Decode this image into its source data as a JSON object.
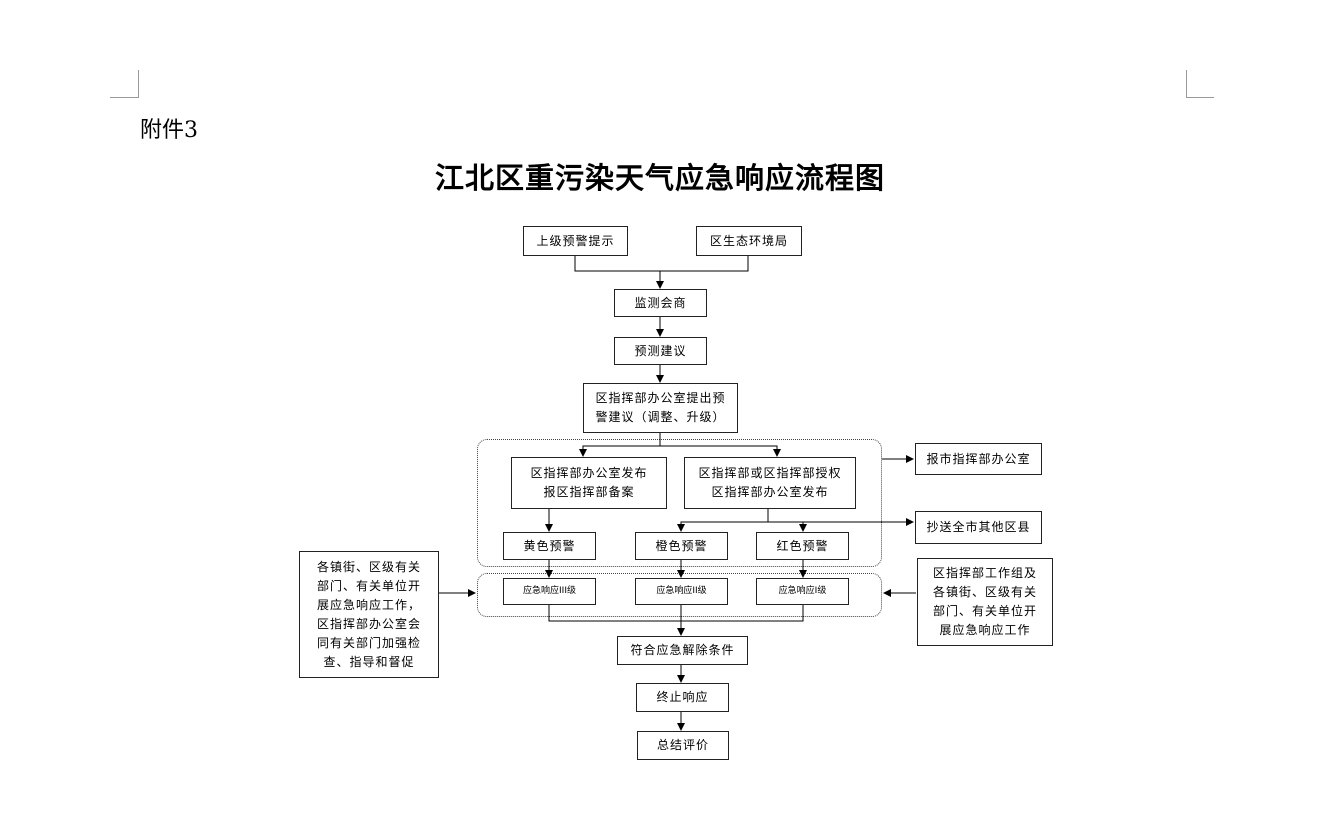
{
  "document": {
    "attachment_label": "附件3",
    "title": "江北区重污染天气应急响应流程图"
  },
  "flow": {
    "upper_warning": "上级预警提示",
    "district_eco_bureau": "区生态环境局",
    "monitoring_consult": "监测会商",
    "forecast_suggestion": "预测建议",
    "office_proposal": [
      "区指挥部办公室提出预",
      "警建议（调整、升级）"
    ],
    "office_publish_filing": [
      "区指挥部办公室发布",
      "报区指挥部备案"
    ],
    "hq_authorized_publish": [
      "区指挥部或区指挥部授权",
      "区指挥部办公室发布"
    ],
    "report_city_office": "报市指挥部办公室",
    "copy_other_districts": "抄送全市其他区县",
    "yellow_warning": "黄色预警",
    "orange_warning": "橙色预警",
    "red_warning": "红色预警",
    "response_level_3": "应急响应III级",
    "response_level_2": "应急响应II级",
    "response_level_1": "应急响应I级",
    "left_note": [
      "各镇街、区级有关",
      "部门、有关单位开",
      "展应急响应工作，",
      "区指挥部办公室会",
      "同有关部门加强检",
      "查、指导和督促"
    ],
    "right_note": [
      "区指挥部工作组及",
      "各镇街、区级有关",
      "部门、有关单位开",
      "展应急响应工作"
    ],
    "lift_conditions": "符合应急解除条件",
    "terminate_response": "终止响应",
    "summary_evaluation": "总结评价"
  }
}
